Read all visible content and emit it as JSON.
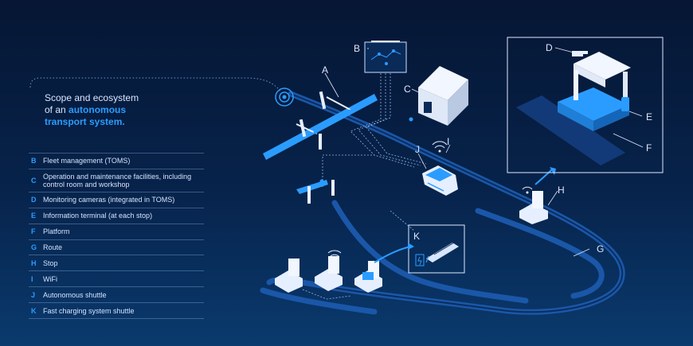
{
  "title": {
    "line1": "Scope and ecosystem",
    "line2": "of an",
    "line2_em": "autonomous",
    "line3_em": "transport system."
  },
  "legend": [
    {
      "key": "B",
      "text": "Fleet management (TOMS)"
    },
    {
      "key": "C",
      "text": "Operation and maintenance facilities, including control room and workshop"
    },
    {
      "key": "D",
      "text": "Monitoring cameras (integrated in TOMS)"
    },
    {
      "key": "E",
      "text": "Information terminal (at each stop)"
    },
    {
      "key": "F",
      "text": "Platform"
    },
    {
      "key": "G",
      "text": "Route"
    },
    {
      "key": "H",
      "text": "Stop"
    },
    {
      "key": "I",
      "text": "WiFi"
    },
    {
      "key": "J",
      "text": "Autonomous shuttle"
    },
    {
      "key": "K",
      "text": "Fast charging system shuttle"
    }
  ],
  "labels": {
    "A": "A",
    "B": "B",
    "C": "C",
    "D": "D",
    "E": "E",
    "F": "F",
    "G": "G",
    "H": "H",
    "I": "I",
    "J": "J",
    "K": "K"
  },
  "colors": {
    "accent": "#2b9cff",
    "bg_top": "#061634",
    "bg_bottom": "#0a3a6e",
    "line": "#cfe0ff",
    "route": "#1a57a8"
  }
}
